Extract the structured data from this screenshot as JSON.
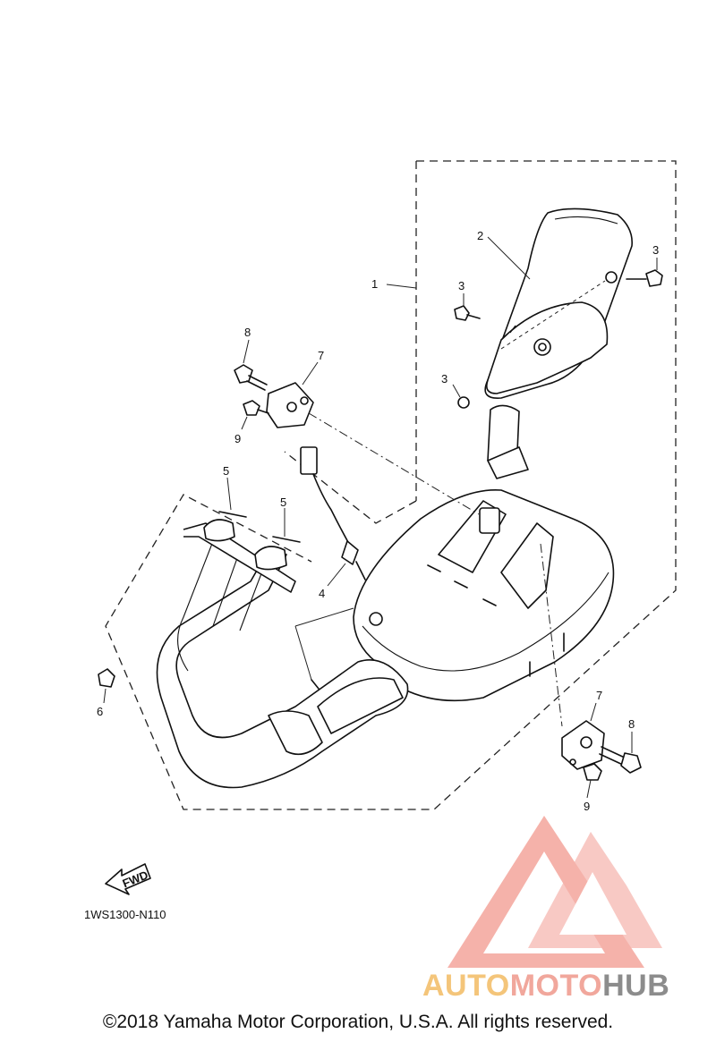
{
  "diagram": {
    "callouts": [
      "1",
      "2",
      "3",
      "3",
      "3",
      "4",
      "5",
      "5",
      "6",
      "7",
      "7",
      "8",
      "8",
      "9",
      "9"
    ],
    "fwd_label": "FWD",
    "drawing_code": "1WS1300-N110"
  },
  "watermark": {
    "part1": "AUTO",
    "part2": "MOTO",
    "part3": "HUB",
    "colors": {
      "logo": "#f4a59c",
      "auto": "#f4c57a",
      "moto": "#f1a79c",
      "hub": "#8c8c8c"
    }
  },
  "footer": {
    "copyright": "©2018 Yamaha Motor Corporation, U.S.A. All rights reserved."
  }
}
